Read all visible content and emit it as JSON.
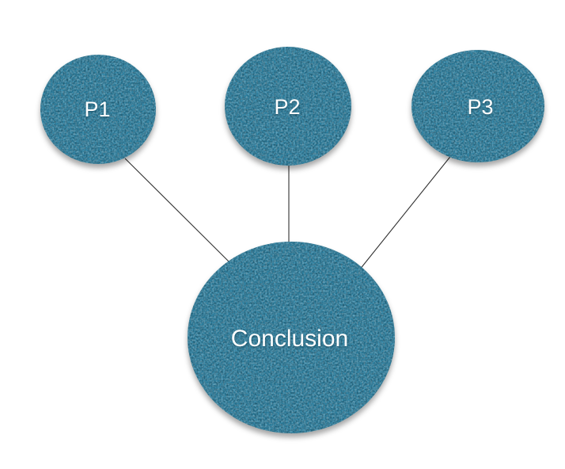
{
  "diagram": {
    "nodes": {
      "p1": {
        "label": "P1"
      },
      "p2": {
        "label": "P2"
      },
      "p3": {
        "label": "P3"
      },
      "conclusion": {
        "label": "Conclusion"
      }
    },
    "edges": [
      {
        "from": "P1",
        "to": "Conclusion"
      },
      {
        "from": "P2",
        "to": "Conclusion"
      },
      {
        "from": "P3",
        "to": "Conclusion"
      }
    ],
    "colors": {
      "background": "#FFFFFF",
      "node_fill": "#2E86A8",
      "edge": "#303030",
      "label": "#FFFFFF"
    }
  }
}
